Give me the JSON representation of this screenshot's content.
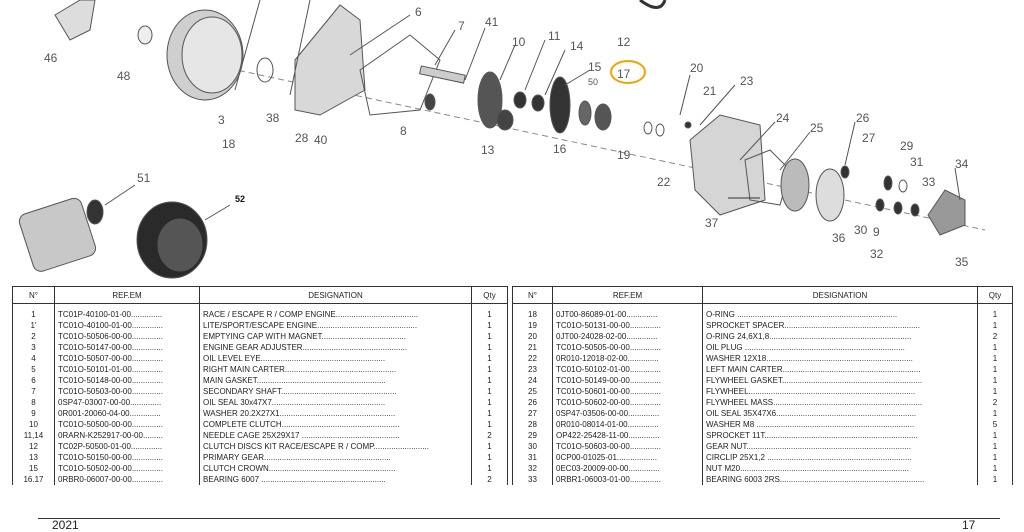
{
  "diagram": {
    "labels": [
      "46",
      "48",
      "3",
      "18",
      "38",
      "28",
      "40",
      "6",
      "7",
      "41",
      "8",
      "10",
      "11",
      "14",
      "15",
      "50",
      "17",
      "12",
      "13",
      "16",
      "19",
      "20",
      "21",
      "22",
      "23",
      "24",
      "25",
      "26",
      "27",
      "29",
      "31",
      "33",
      "34",
      "37",
      "36",
      "30",
      "9",
      "32",
      "35",
      "51",
      "52"
    ],
    "highlight_label": "17",
    "highlight_color": "#f5a300"
  },
  "table": {
    "headers": {
      "num": "N°",
      "ref": "REF.EM",
      "designation": "DESIGNATION",
      "qty": "Qty"
    },
    "left_rows": [
      {
        "num": "1",
        "ref": "TC01P-40100-01-00..............",
        "designation": "RACE / ESCAPE R / COMP ENGINE.....................................",
        "qty": "1"
      },
      {
        "num": "1'",
        "ref": "TC01O-40100-01-00..............",
        "designation": "LITE/SPORT/ESCAPE ENGINE.............................................",
        "qty": "1"
      },
      {
        "num": "2",
        "ref": "TC01O-50506-00-00..............",
        "designation": "EMPTYING CAP WITH MAGNET......................................",
        "qty": "1"
      },
      {
        "num": "3",
        "ref": "TC01O-50147-00-00..............",
        "designation": "ENGINE GEAR ADJUSTER...............................................",
        "qty": "1"
      },
      {
        "num": "4",
        "ref": "TC01O-50507-00-00..............",
        "designation": "OIL LEVEL EYE........................................................",
        "qty": "1"
      },
      {
        "num": "5",
        "ref": "TC01O-50101-01-00..............",
        "designation": "RIGHT MAIN CARTER..................................................",
        "qty": "1"
      },
      {
        "num": "6",
        "ref": "TC01O-50148-00-00..............",
        "designation": "MAIN GASKET..........................................................",
        "qty": "1"
      },
      {
        "num": "7",
        "ref": "TC01O-50503-00-00..............",
        "designation": "SECONDARY SHAFT....................................................",
        "qty": "1"
      },
      {
        "num": "8",
        "ref": "0SP47-03007-00-00..............",
        "designation": "OIL SEAL  30x47X7...................................................",
        "qty": "1"
      },
      {
        "num": "9",
        "ref": "0R001-20060-04-00..............",
        "designation": "WASHER 20.2X27X1....................................................",
        "qty": "1"
      },
      {
        "num": "10",
        "ref": "TC01O-50500-00-00..............",
        "designation": "COMPLETE CLUTCH.....................................................",
        "qty": "1"
      },
      {
        "num": "11,14",
        "ref": "0RARN-K252917-00-00.........",
        "designation": "NEEDLE CAGE 25X29X17 ............................................",
        "qty": "2"
      },
      {
        "num": "12",
        "ref": "TC02P-50500-01-00..............",
        "designation": "CLUTCH DISCS KIT RACE/ESCAPE R / COMP.........................",
        "qty": "1"
      },
      {
        "num": "13",
        "ref": "TC01O-50150-00-00..............",
        "designation": "PRIMARY GEAR.........................................................",
        "qty": "1"
      },
      {
        "num": "15",
        "ref": "TC01O-50502-00-00..............",
        "designation": "CLUTCH CROWN.........................................................",
        "qty": "1"
      },
      {
        "num": "16.17",
        "ref": "0RBR0-06007-00-00..............",
        "designation": "BEARING 6007 ........................................................",
        "qty": "2"
      }
    ],
    "right_rows": [
      {
        "num": "18",
        "ref": "0JT00-86089-01-00..............",
        "designation": "O-RING ........................................................................",
        "qty": "1"
      },
      {
        "num": "19",
        "ref": "TC01O-50131-00-00..............",
        "designation": "SPROCKET SPACER.............................................................",
        "qty": "1"
      },
      {
        "num": "20",
        "ref": "0JT00-24028-02-00..............",
        "designation": "O-RING 24,6X1,8................................................................",
        "qty": "2"
      },
      {
        "num": "21",
        "ref": "TC01O-50505-00-00..............",
        "designation": "OIL PLUG ........................................................................",
        "qty": "1"
      },
      {
        "num": "22",
        "ref": "0R010-12018-02-00..............",
        "designation": "WASHER 12X18..................................................................",
        "qty": "1"
      },
      {
        "num": "23",
        "ref": "TC01O-50102-01-00..............",
        "designation": "LEFT MAIN CARTER..............................................................",
        "qty": "1"
      },
      {
        "num": "24",
        "ref": "TC01O-50149-00-00..............",
        "designation": "FLYWHEEL GASKET...............................................................",
        "qty": "1"
      },
      {
        "num": "25",
        "ref": "TC01O-50601-00-00..............",
        "designation": "FLYWHEEL...........................................................................",
        "qty": "1"
      },
      {
        "num": "26",
        "ref": "TC01O-50602-00-00..............",
        "designation": "FLYWHEEL MASS...................................................................",
        "qty": "2"
      },
      {
        "num": "27",
        "ref": "0SP47-03506-00-00..............",
        "designation": "OIL SEAL 35X47X6...............................................................",
        "qty": "1"
      },
      {
        "num": "28",
        "ref": "0R010-08014-01-00..............",
        "designation": "WASHER M8 .......................................................................",
        "qty": "5"
      },
      {
        "num": "29",
        "ref": "OP422-25428-11-00..............",
        "designation": "SPROCKET 11T.....................................................................",
        "qty": "1"
      },
      {
        "num": "30",
        "ref": "TC01O-50603-00-00..............",
        "designation": "GEAR NUT..........................................................................",
        "qty": "1"
      },
      {
        "num": "31",
        "ref": "0CP00-01025-01..................",
        "designation": "CIRCLIP 25X1,2 .................................................................",
        "qty": "1"
      },
      {
        "num": "32",
        "ref": "0EC03-20009-00-00..............",
        "designation": "NUT M20............................................................................",
        "qty": "1"
      },
      {
        "num": "33",
        "ref": "0RBR1-06003-01-00..............",
        "designation": "BEARING 6003 2RS.................................................................",
        "qty": "1"
      }
    ]
  },
  "footer": {
    "year": "2021",
    "page": "17"
  }
}
